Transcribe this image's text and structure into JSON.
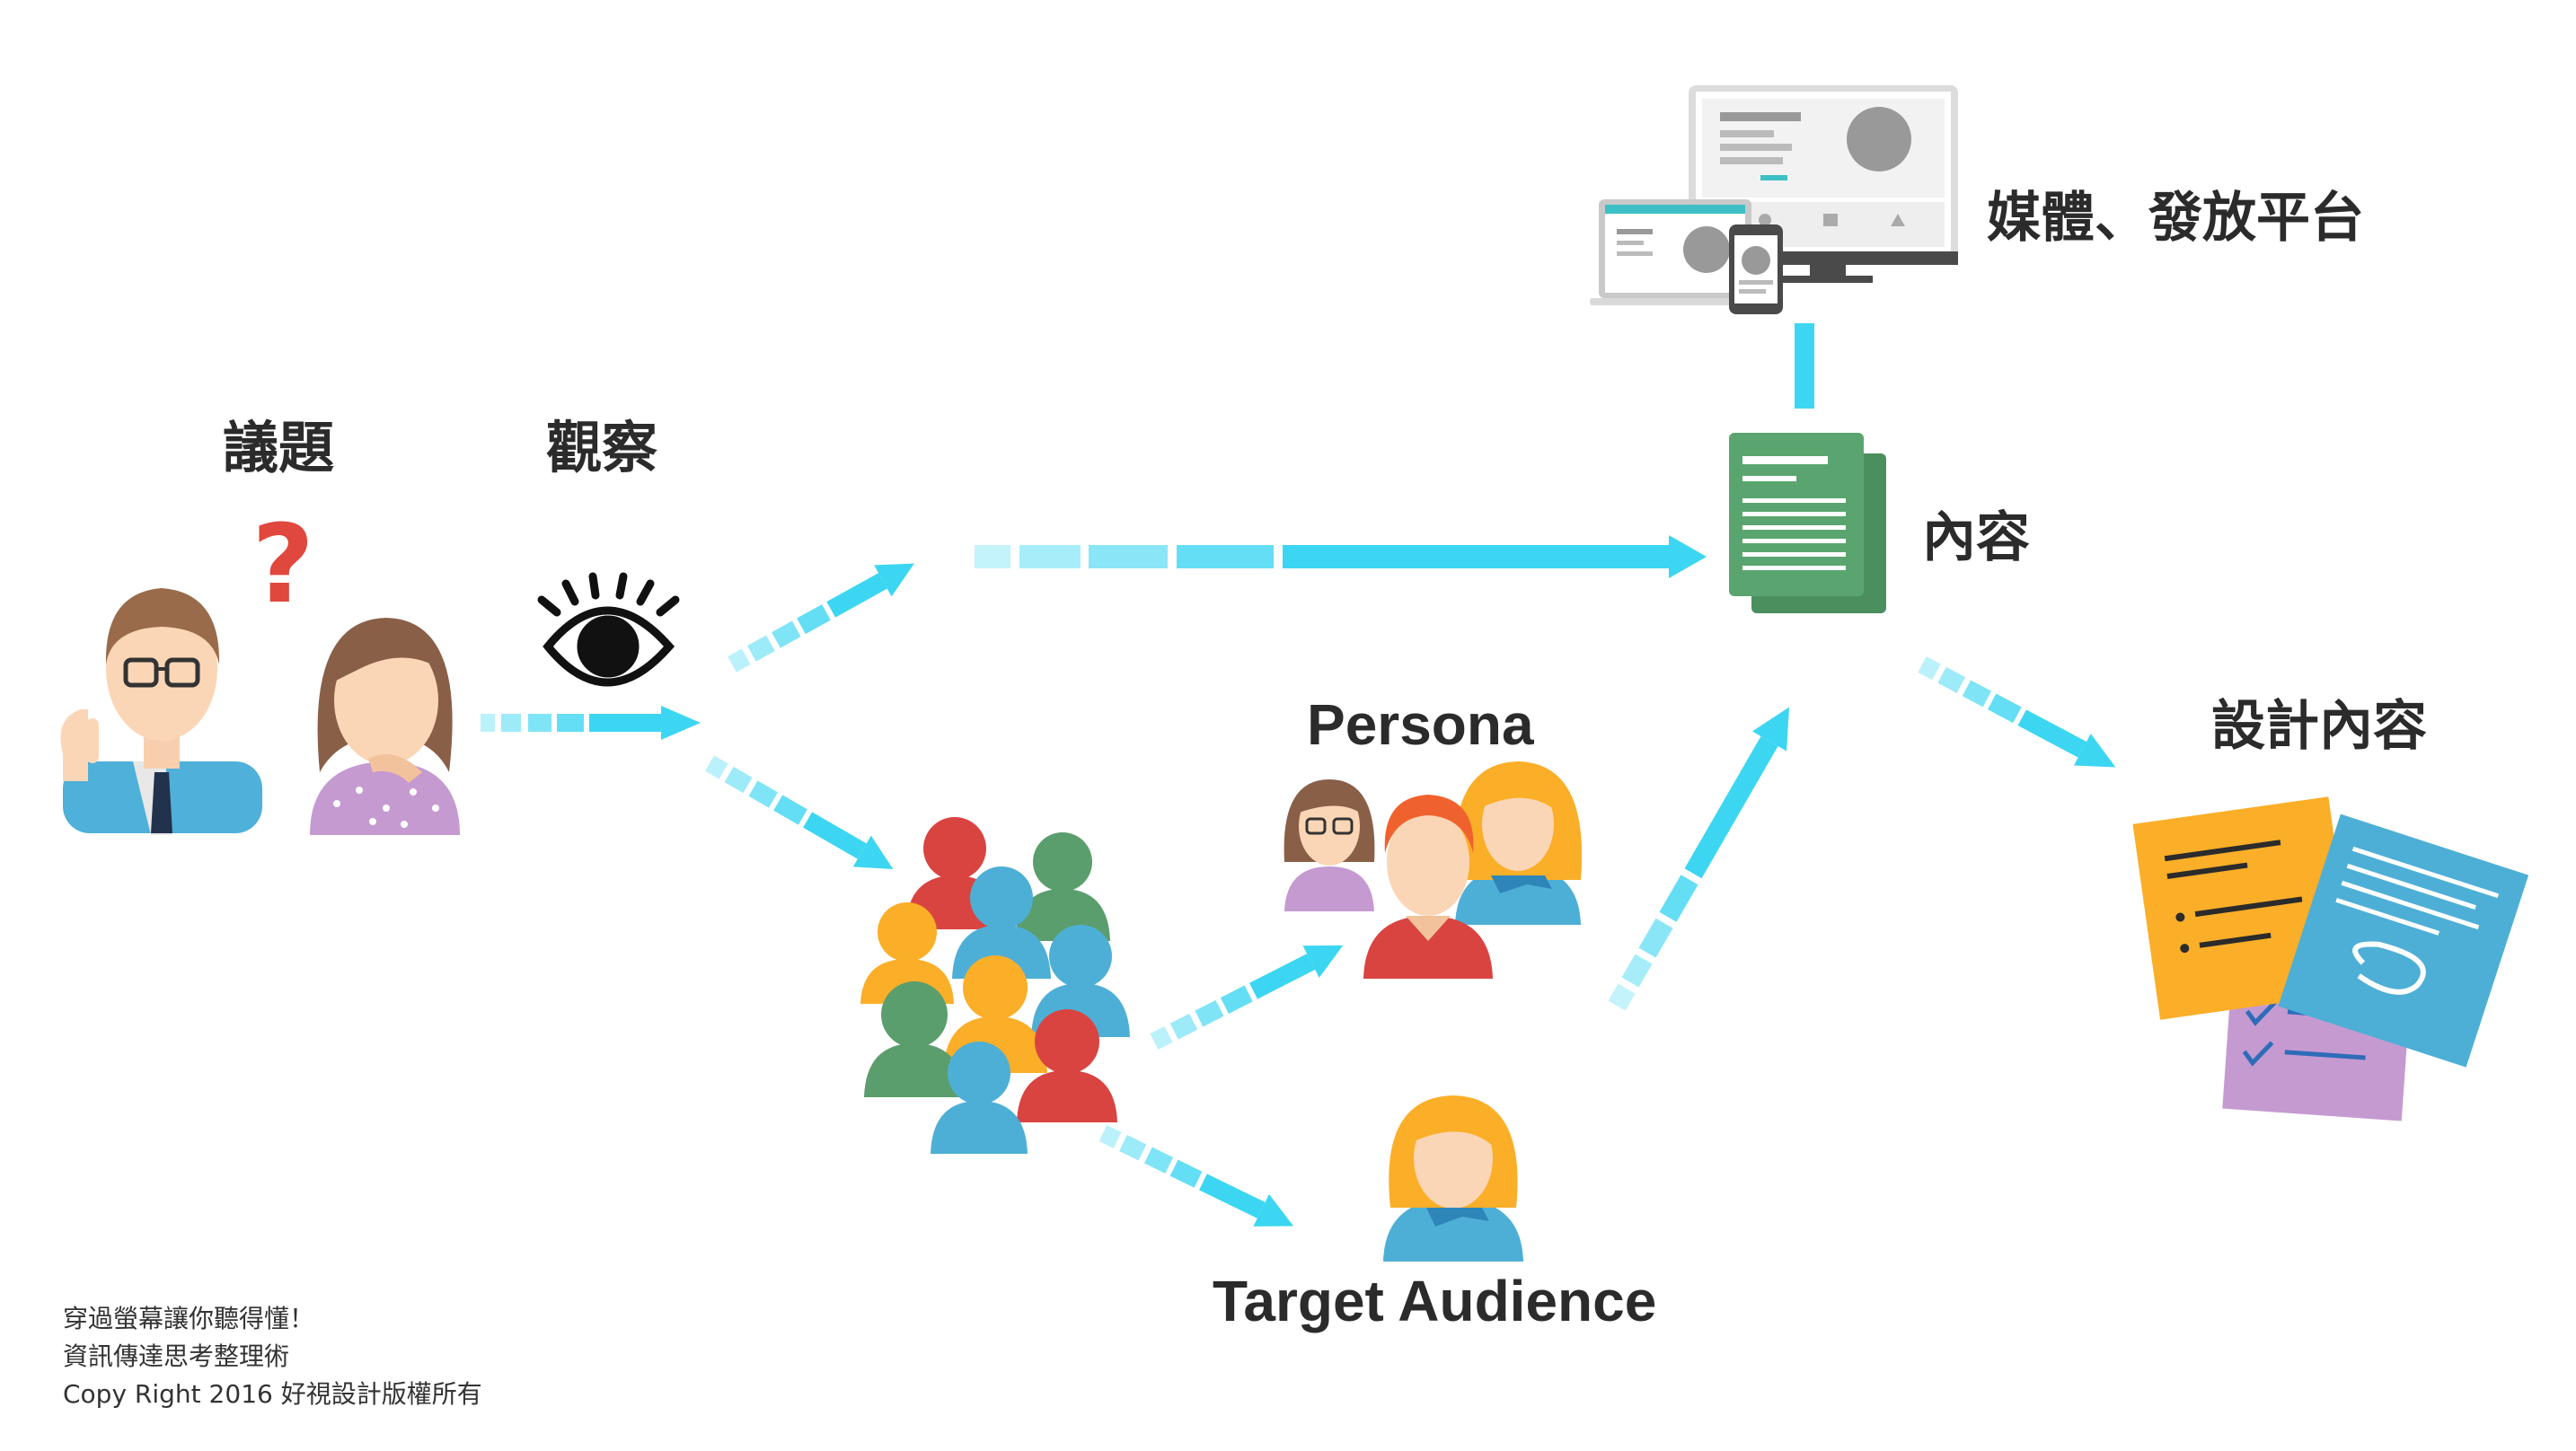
{
  "labels": {
    "issue": "議題",
    "observe": "觀察",
    "media_platform": "媒體、發放平台",
    "content": "內容",
    "persona": "Persona",
    "design_content": "設計內容",
    "target_audience": "Target Audience"
  },
  "question_mark": "?",
  "footer": {
    "line1": "穿過螢幕讓你聽得懂！",
    "line2": "資訊傳達思考整理術",
    "line3": "Copy Right 2016 好視設計版權所有"
  },
  "colors": {
    "arrow": "#3cd6f2",
    "doc_green": "#5aa56f",
    "question_red": "#e0473d",
    "red": "#d94440",
    "green": "#5b9e6d",
    "blue": "#4eafd6",
    "orange": "#fbae28",
    "purple": "#c19ac5",
    "text": "#2b2b2b"
  },
  "icons": [
    "man-with-glasses-icon",
    "woman-thinking-icon",
    "question-mark-icon",
    "eye-icon",
    "crowd-icon",
    "persona-group-icon",
    "target-audience-icon",
    "devices-icon",
    "document-icon",
    "sticky-notes-icon"
  ]
}
